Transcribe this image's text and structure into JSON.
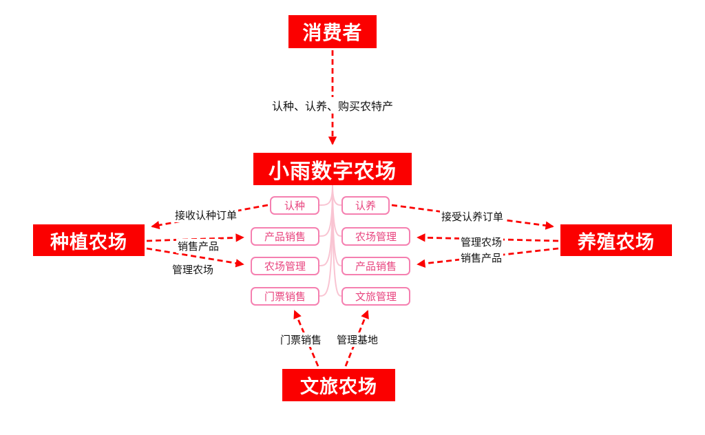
{
  "colors": {
    "node_bg": "#fb0000",
    "node_text": "#ffffff",
    "module_border": "#f57fb0",
    "module_text": "#e8437e",
    "arrow": "#fb0000",
    "connector": "#f9c4d2",
    "label_text": "#111111",
    "background": "#ffffff"
  },
  "nodes": {
    "consumer": {
      "label": "消费者"
    },
    "digital_farm": {
      "label": "小雨数字农场"
    },
    "planting_farm": {
      "label": "种植农场"
    },
    "breeding_farm": {
      "label": "养殖农场"
    },
    "tourism_farm": {
      "label": "文旅农场"
    }
  },
  "modules": {
    "left": [
      "认种",
      "产品销售",
      "农场管理",
      "门票销售"
    ],
    "right": [
      "认养",
      "农场管理",
      "产品销售",
      "文旅管理"
    ]
  },
  "edge_labels": {
    "consumer_to_farm": "认种、认养、购买农特产",
    "receive_planting_orders": "接收认种订单",
    "sell_products_left": "销售产品",
    "manage_farm_left": "管理农场",
    "accept_adoption_orders": "接受认养订单",
    "manage_farm_right": "管理农场",
    "sell_products_right": "销售产品",
    "ticket_sales": "门票销售",
    "manage_base": "管理基地"
  }
}
